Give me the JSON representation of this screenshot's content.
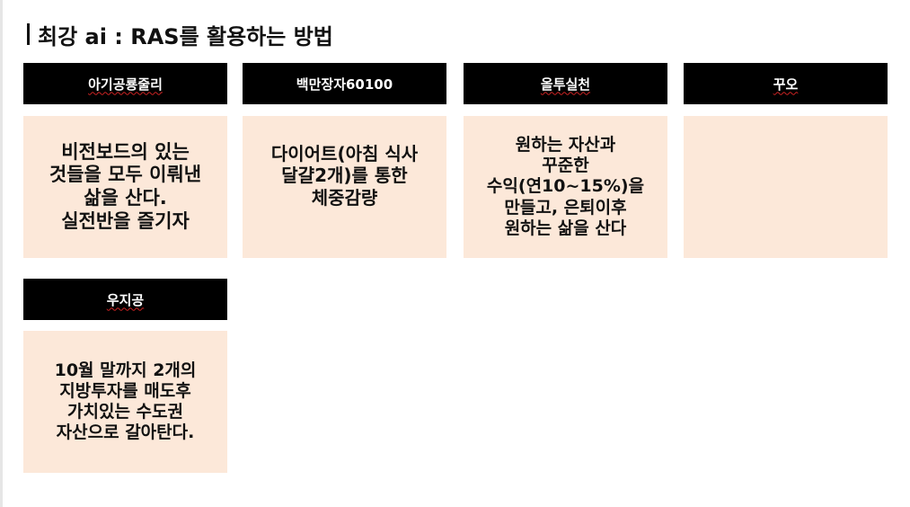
{
  "slide": {
    "title": "최강 ai : RAS를 활용하는 방법"
  },
  "columns": [
    {
      "header": "아기공룡줄리",
      "body": "비전보드의 있는\n것들을 모두 이뤄낸\n삶을 산다.\n실전반을 즐기자"
    },
    {
      "header": "백만장자60100",
      "body": "다이어트(아침 식사\n달걀2개)를 통한\n체중감량"
    },
    {
      "header": "올투실천",
      "body": "원하는 자산과\n꾸준한\n수익(연10~15%)을\n만들고, 은퇴이후\n원하는 삶을 산다"
    },
    {
      "header": "꾸오",
      "body": ""
    },
    {
      "header": "우지공",
      "body": "10월 말까지 2개의\n지방투자를 매도후\n가치있는 수도권\n자산으로 갈아탄다."
    }
  ],
  "colors": {
    "header_bg": "#000000",
    "header_text": "#ffffff",
    "card_bg": "#fce8d9",
    "spellcheck_underline": "#cc2222"
  }
}
